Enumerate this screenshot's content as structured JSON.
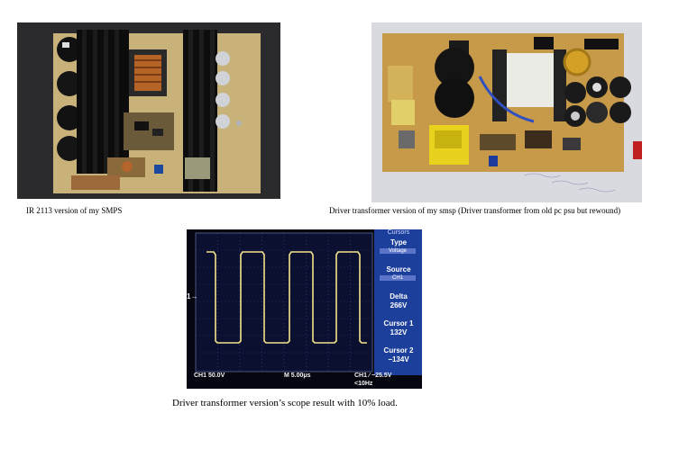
{
  "photos": {
    "left_caption": "IR 2113 version of  my SMPS",
    "right_caption": "Driver transformer version of my smsp (Driver transformer from old pc psu but    rewound)",
    "bottom_caption": "Driver transformer version’s scope result with 10% load."
  },
  "scope": {
    "menu_header": "Cursors",
    "type_label": "Type",
    "type_value": "Voltage",
    "source_label": "Source",
    "source_value": "CH1",
    "delta_label": "Delta",
    "delta_value": "266V",
    "cursor1_label": "Cursor 1",
    "cursor1_value": "132V",
    "cursor2_label": "Cursor 2",
    "cursor2_value": "−134V",
    "ch1_scale": "CH1  50.0V",
    "timebase": "M 5.00μs",
    "trigger": "CH1  ∕  −25.5V",
    "trigger_freq": "<10Hz",
    "ch1_marker": "1",
    "colors": {
      "trace": "#f4e28a",
      "screen": "#0b1030",
      "menu": "#1c3f9c"
    }
  }
}
